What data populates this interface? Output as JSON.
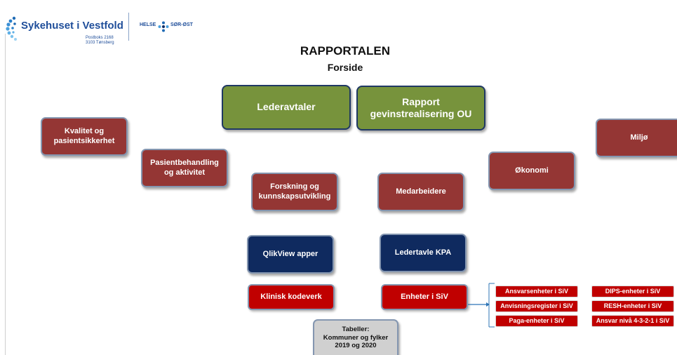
{
  "header": {
    "logo_siv": "Sykehuset i Vestfold",
    "address_line1": "Postboks 2168",
    "address_line2": "3103 Tønsberg",
    "hso_left": "HELSE",
    "hso_right": "SØR-ØST"
  },
  "title": "RAPPORTALEN",
  "subtitle": "Forside",
  "tiles": {
    "lederavtaler": "Lederavtaler",
    "rapport_line1": "Rapport",
    "rapport_line2": "gevinstrealisering OU",
    "kvalitet_line1": "Kvalitet og",
    "kvalitet_line2": "pasientsikkerhet",
    "pasient_line1": "Pasientbehandling",
    "pasient_line2": "og aktivitet",
    "forskning_line1": "Forskning og",
    "forskning_line2": "kunnskapsutvikling",
    "medarbeidere": "Medarbeidere",
    "okonomi": "Økonomi",
    "miljo": "Miljø",
    "qlikview": "QlikView apper",
    "ledertavle": "Ledertavle KPA",
    "klinisk": "Klinisk kodeverk",
    "enheter": "Enheter i SiV",
    "tabeller_line1": "Tabeller:",
    "tabeller_line2": "Kommuner og fylker",
    "tabeller_line3": "2019 og 2020"
  },
  "sub_units": {
    "ansvarsenheter": "Ansvarsenheter i SiV",
    "anvisningsregister": "Anvisningsregister i SiV",
    "paga": "Paga-enheter i SiV",
    "dips": "DIPS-enheter i SiV",
    "resh": "RESH-enheter i SiV",
    "ansvar_niva": "Ansvar nivå 4-3-2-1 i SiV"
  },
  "colors": {
    "maroon": "#943634",
    "green": "#77933c",
    "navy": "#0f2a5f",
    "red": "#c00000",
    "gray": "#d0d0d0",
    "logo_blue": "#1f4e9a"
  }
}
